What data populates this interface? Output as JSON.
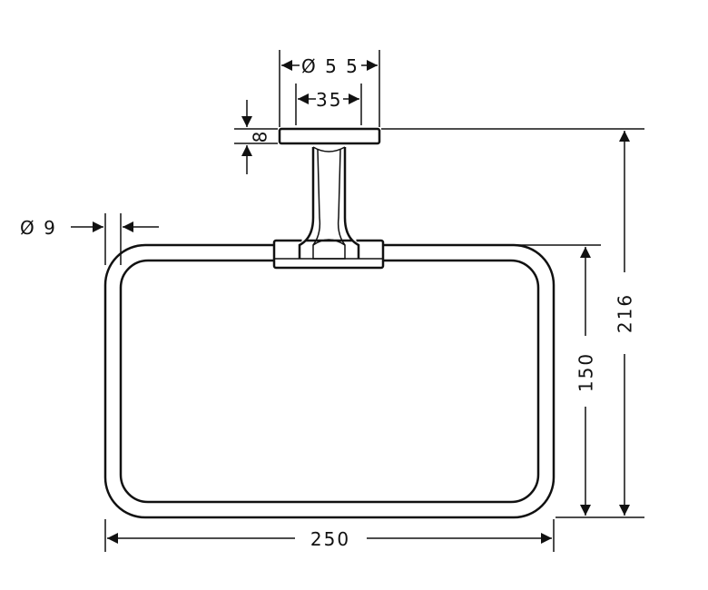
{
  "drawing": {
    "dimensions": {
      "base_diameter": "Ø 5 5",
      "neck_width": "35",
      "base_thickness": "8",
      "rod_diameter": "Ø 9",
      "total_height": "216",
      "ring_height": "150",
      "overall_width": "250"
    }
  },
  "colors": {
    "line": "#111111",
    "background": "#ffffff"
  }
}
